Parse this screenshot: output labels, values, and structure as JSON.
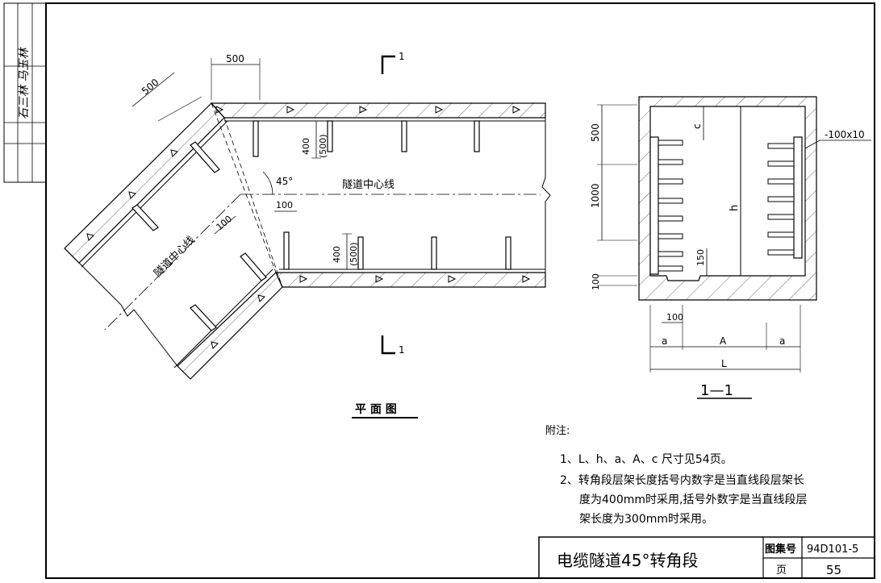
{
  "side_block": {
    "signature": "石三林 马玉林"
  },
  "plan": {
    "title": "平 面 图",
    "section_mark": "1",
    "centerline_label_right": "隧道中心线",
    "centerline_label_left": "隧道中心线",
    "dim_500_top": "500",
    "dim_500_diag": "500",
    "dim_400_upper": "400",
    "dim_500_upper": "(500)",
    "dim_400_lower": "400",
    "dim_500_lower": "(500)",
    "dim_100_right": "100",
    "dim_100_left": "100",
    "angle": "45°"
  },
  "section": {
    "title": "1—1",
    "dim_500": "500",
    "dim_1000": "1000",
    "dim_100_left": "100",
    "dim_c": "c",
    "dim_h": "h",
    "dim_150": "150",
    "dim_100_bottom": "100",
    "dim_a_left": "a",
    "dim_A": "A",
    "dim_a_right": "a",
    "dim_L": "L",
    "plate": "-100x10"
  },
  "notes": {
    "heading": "附注:",
    "line1": "1、L、h、a、A、c 尺寸见54页。",
    "line2": "2、转角段层架长度括号内数字是当直线段层架长",
    "line3": "度为400mm时采用,括号外数字是当直线段层",
    "line4": "架长度为300mm时采用。"
  },
  "title_block": {
    "drawing_title": "电缆隧道45°转角段",
    "atlas_label": "图集号",
    "atlas_number": "94D101-5",
    "page_label": "页",
    "page_number": "55"
  }
}
